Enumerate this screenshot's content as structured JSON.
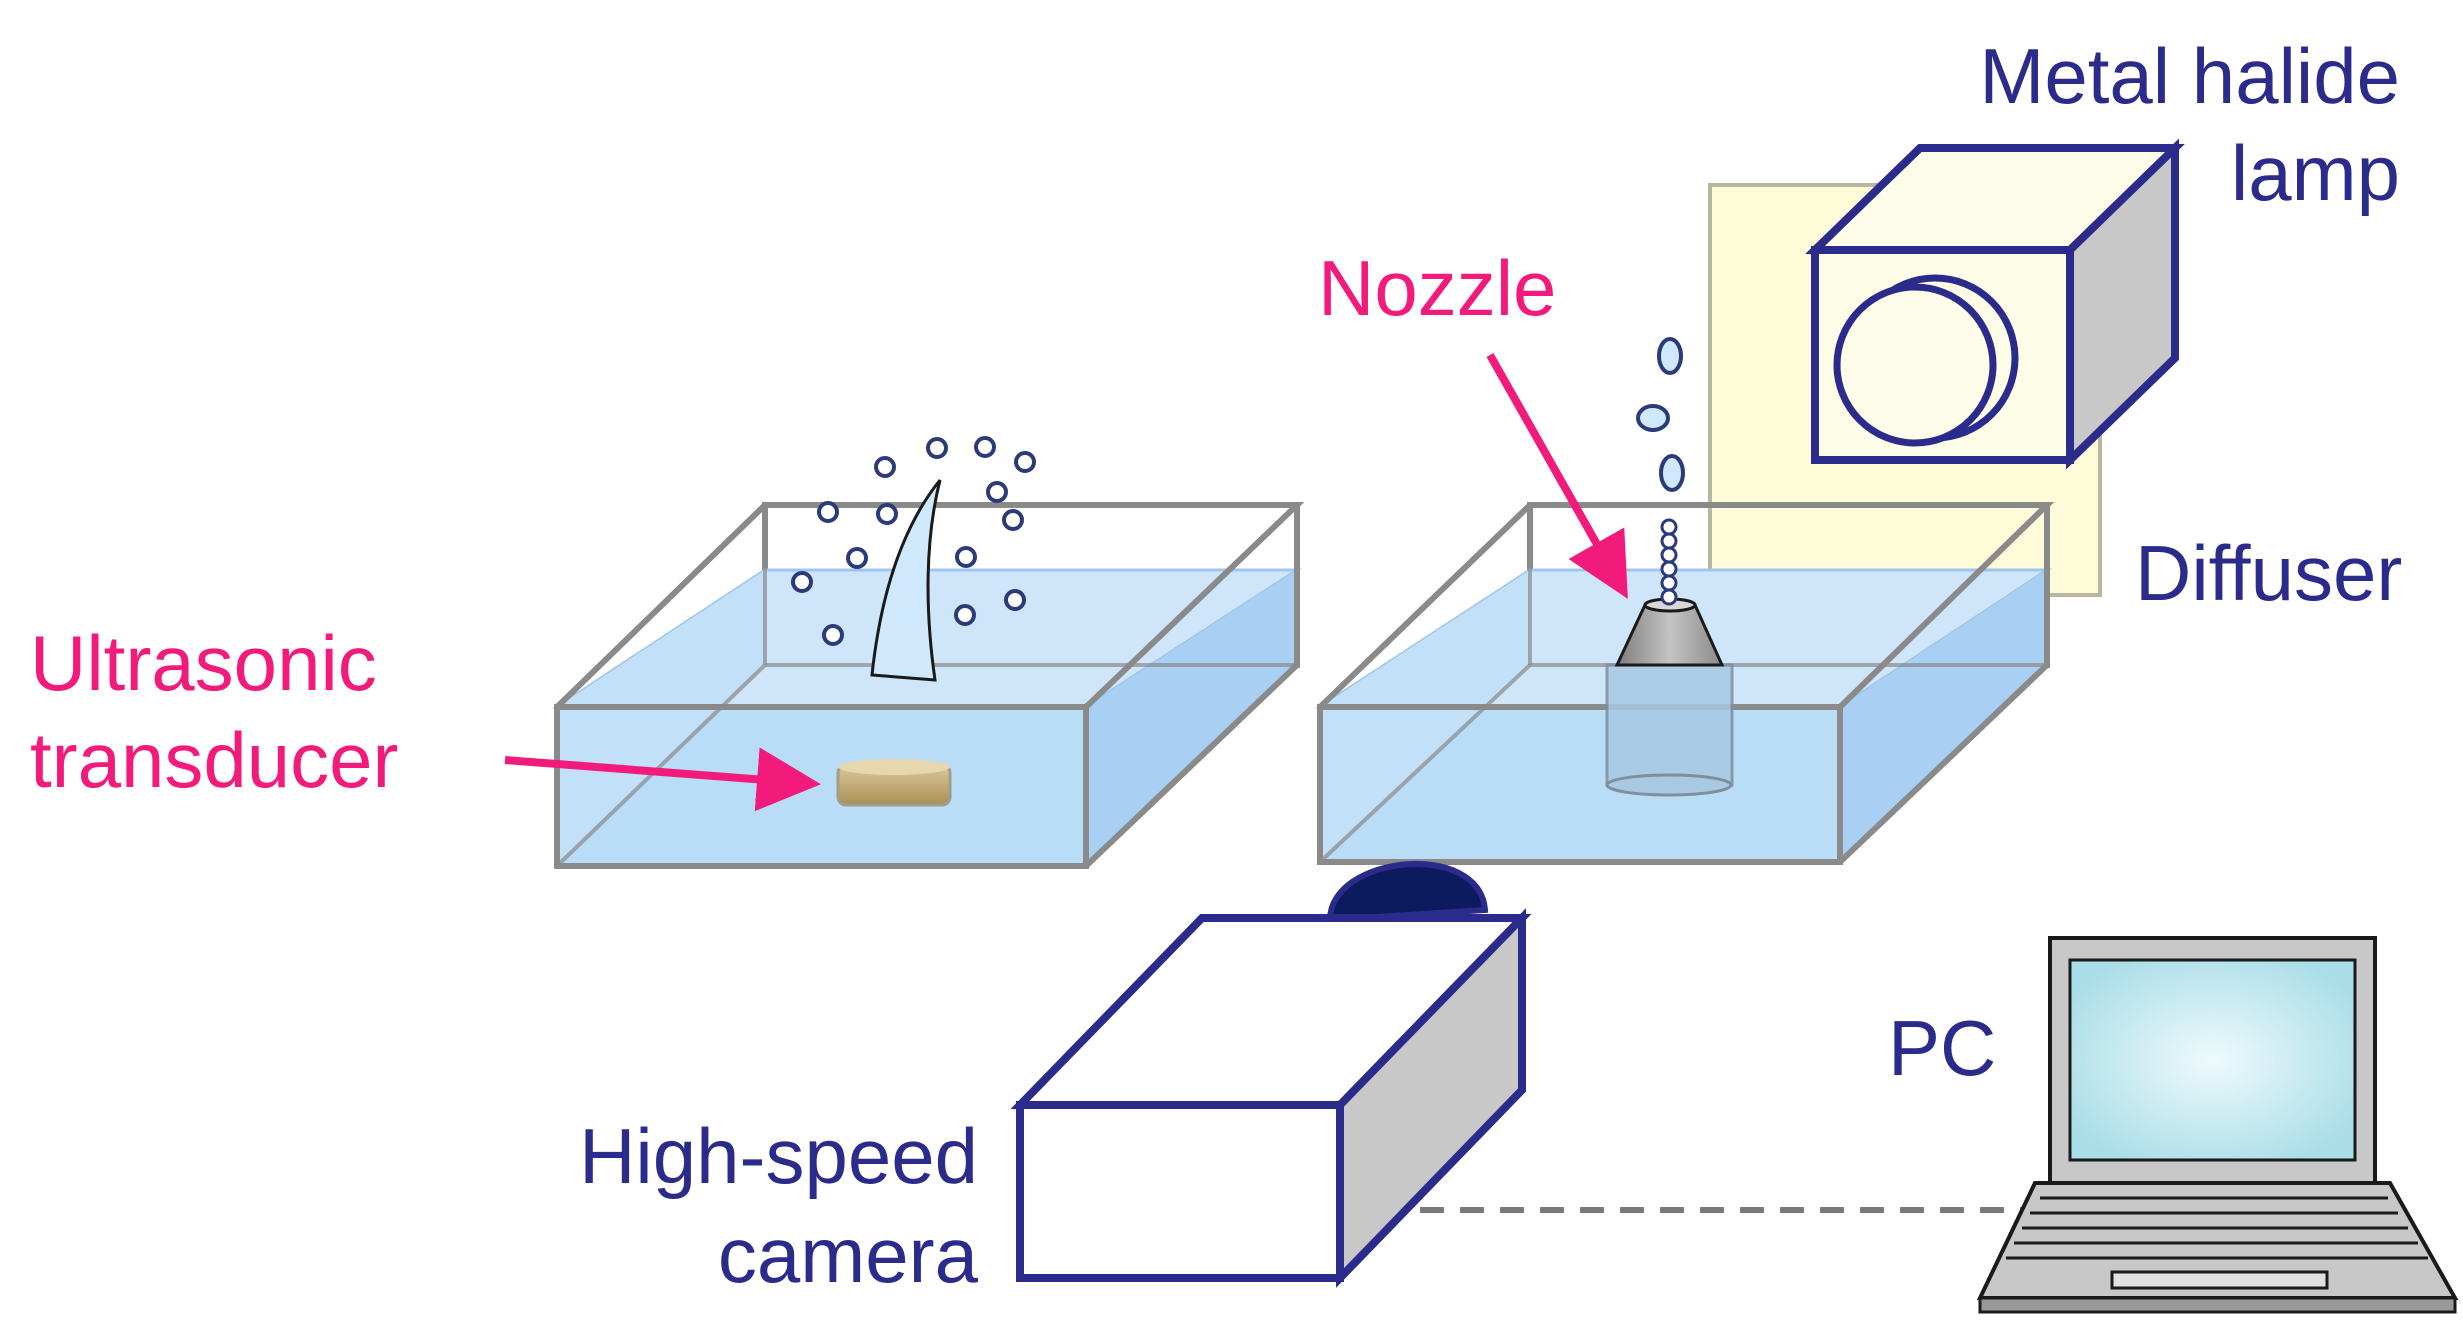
{
  "labels": {
    "ultrasonic_line1": "Ultrasonic",
    "ultrasonic_line2": "transducer",
    "nozzle": "Nozzle",
    "lamp_line1": "Metal halide",
    "lamp_line2": "lamp",
    "diffuser": "Diffuser",
    "camera_line1": "High-speed",
    "camera_line2": "camera",
    "pc": "PC"
  },
  "colors": {
    "label_blue": "#2b2b8c",
    "label_pink": "#f21a7a",
    "water": "#b9dcf7",
    "tank_edge": "#8a8a8a",
    "equipment_outline": "#2b2b8c",
    "equipment_side": "#c8c8c8",
    "diffuser": "#fdfbd8",
    "lens": "#0c1a5e",
    "transducer": "#c9b27a",
    "nozzle": "#a0a0a0",
    "screen": "#bfe7ef"
  },
  "icons": {
    "ultrasonic_tank": "water-tank-icon",
    "nozzle_tank": "water-tank-icon",
    "lamp": "lamp-icon",
    "camera": "camera-icon",
    "pc": "laptop-icon"
  }
}
